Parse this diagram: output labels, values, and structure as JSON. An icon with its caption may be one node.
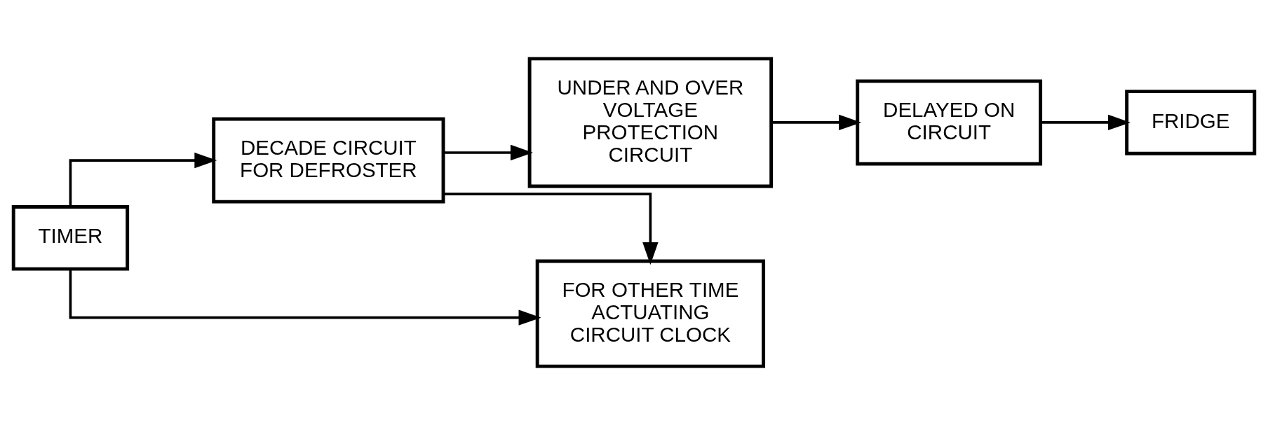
{
  "diagram": {
    "nodes": [
      {
        "text": [
          "TIMER"
        ]
      },
      {
        "text": [
          "DECADE CIRCUIT FOR DEFROSTER"
        ]
      },
      {
        "text": [
          "UNDER AND OVER VOLTAGE PROTECTION CIRCUIT"
        ]
      },
      {
        "text": [
          "DELAYED ON CIRCUIT"
        ]
      },
      {
        "text": [
          "FRIDGE"
        ]
      },
      {
        "text": [
          "FOR OTHER TIME ACTUATING CIRCUIT CLOCK"
        ]
      }
    ],
    "edges": [
      {
        "from": 0,
        "to": 1,
        "arrow": "to"
      },
      {
        "from": 1,
        "to": 2,
        "arrow": "to"
      },
      {
        "from": 2,
        "to": 3,
        "arrow": "to"
      },
      {
        "from": 3,
        "to": 4,
        "arrow": "to"
      },
      {
        "from": 1,
        "to": 5,
        "arrow": "to"
      },
      {
        "from": 0,
        "to": 5,
        "arrow": "to"
      }
    ]
  }
}
